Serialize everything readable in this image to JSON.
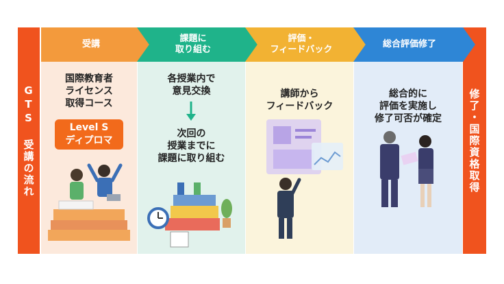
{
  "left_label": "GTS 受講の流れ",
  "right_label": "修了・国際資格取得",
  "steps": [
    {
      "label": "受講",
      "color": "#F39A3C"
    },
    {
      "label": "課題に\n取り組む",
      "color": "#1FB38A"
    },
    {
      "label": "評価・\nフィードバック",
      "color": "#F2B233"
    },
    {
      "label": "総合評価修了",
      "color": "#2E86D6"
    }
  ],
  "panels": [
    {
      "text": "国際教育者\nライセンス\n取得コース",
      "badge": "Level S\nディプロマ"
    },
    {
      "text_top": "各授業内で\n意見交換",
      "text_bottom": "次回の\n授業までに\n課題に取り組む"
    },
    {
      "text": "講師から\nフィードバック"
    },
    {
      "text": "総合的に\n評価を実施し\n修了可否が確定"
    }
  ],
  "colors": {
    "orange_side": "#F0531E",
    "panel1": "#FCE9DC",
    "panel2": "#E1F2EC",
    "panel3": "#FBF4DC",
    "panel4": "#E2ECF8",
    "badge": "#F26A1B",
    "down_arrow": "#1FB38A"
  }
}
